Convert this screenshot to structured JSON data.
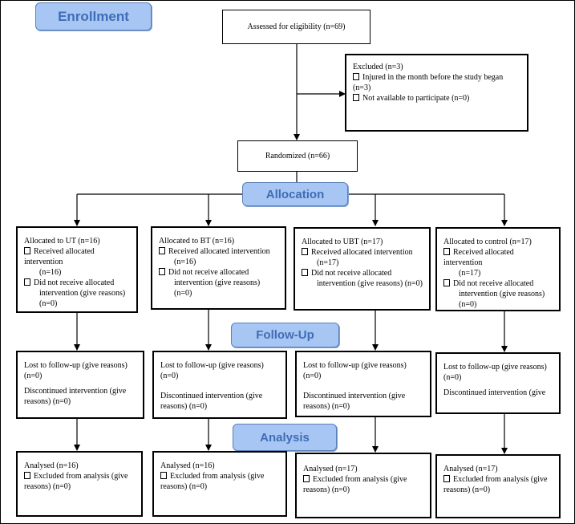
{
  "stages": {
    "enrollment": "Enrollment",
    "allocation": "Allocation",
    "follow_up": "Follow-Up",
    "analysis": "Analysis"
  },
  "assessed": "Assessed for eligibility (n=69)",
  "excluded": {
    "title": "Excluded (n=3)",
    "items": [
      "Injured in the month before the study began (n=3)",
      "Not available to participate (n=0)"
    ]
  },
  "randomized": "Randomized (n=66)",
  "arms": [
    {
      "allocation": {
        "title": "Allocated to UT (n=16)",
        "received": "Received allocated intervention",
        "received_n": "(n=16)",
        "not_received": "Did not receive allocated",
        "not_received_2": "intervention (give reasons)",
        "not_received_n": "(n=0)"
      },
      "followup": {
        "lost": "Lost to follow-up (give reasons)",
        "lost_n": "(n=0)",
        "discontinued": "Discontinued intervention (give",
        "discontinued_2": "reasons) (n=0)"
      },
      "analysis": {
        "analysed": "Analysed  (n=16)",
        "excluded": "Excluded from analysis (give",
        "excluded_2": "reasons) (n=0)"
      }
    },
    {
      "allocation": {
        "title": "Allocated to BT (n=16)",
        "received": "Received allocated intervention",
        "received_n": "(n=16)",
        "not_received": "Did not receive allocated",
        "not_received_2": "intervention (give reasons) (n=0)",
        "not_received_n": ""
      },
      "followup": {
        "lost": "Lost to  follow-up (give reasons) (n=0)",
        "lost_n": "",
        "discontinued": "Discontinued intervention (give",
        "discontinued_2": "reasons) (n=0)"
      },
      "analysis": {
        "analysed": "Analysed  (n=16)",
        "excluded": "Excluded from analysis (give",
        "excluded_2": "reasons) (n=0)"
      }
    },
    {
      "allocation": {
        "title": "Allocated to UBT (n=17)",
        "received": "Received allocated intervention",
        "received_n": "(n=17)",
        "not_received": "Did not receive allocated",
        "not_received_2": "intervention (give reasons)  (n=0)",
        "not_received_n": ""
      },
      "followup": {
        "lost": "Lost to follow-up (give reasons) (n=0)",
        "lost_n": "",
        "discontinued": "Discontinued intervention (give",
        "discontinued_2": "reasons) (n=0)"
      },
      "analysis": {
        "analysed": "Analysed  (n=17)",
        "excluded": "Excluded from analysis (give",
        "excluded_2": "reasons) (n=0)"
      }
    },
    {
      "allocation": {
        "title": "Allocated to control (n=17)",
        "received": "Received allocated intervention",
        "received_n": "(n=17)",
        "not_received": "Did not receive allocated",
        "not_received_2": "intervention (give reasons)",
        "not_received_n": "(n=0)"
      },
      "followup": {
        "lost": "Lost to follow-up (give reasons)",
        "lost_n": "(n=0)",
        "discontinued": "Discontinued intervention (give",
        "discontinued_2": ""
      },
      "analysis": {
        "analysed": "Analysed  (n=17)",
        "excluded": "Excluded from analysis (give",
        "excluded_2": "reasons) (n=0)"
      }
    }
  ],
  "colors": {
    "stage_fill": "#a8c6f3",
    "stage_text": "#3f6db5",
    "line": "#000000"
  }
}
